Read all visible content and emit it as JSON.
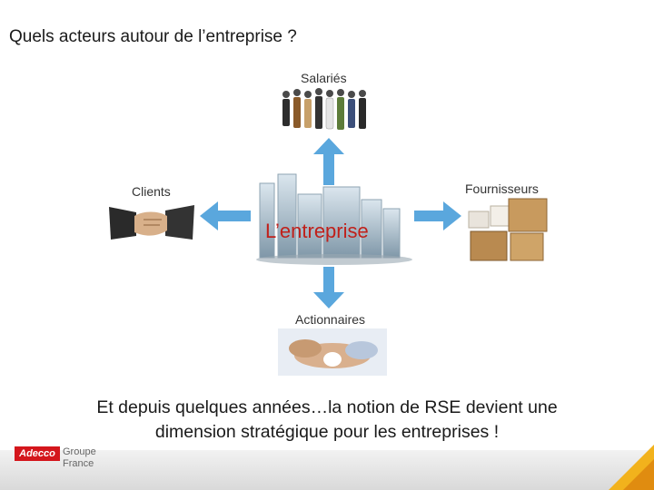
{
  "title": "Quels acteurs autour de l’entreprise ?",
  "center": {
    "label": "L’entreprise"
  },
  "actors": {
    "top": "Salariés",
    "left": "Clients",
    "right": "Fournisseurs",
    "bottom": "Actionnaires"
  },
  "footer": {
    "line1": "Et depuis quelques années…la notion de RSE devient une",
    "line2": "dimension stratégique pour les entreprises !"
  },
  "logo": {
    "brand": "Adecco",
    "line1": "Groupe",
    "line2": "France"
  },
  "colors": {
    "arrow": "#5aa7dd",
    "accent_red": "#c0201a",
    "brand_red": "#d4161c"
  }
}
